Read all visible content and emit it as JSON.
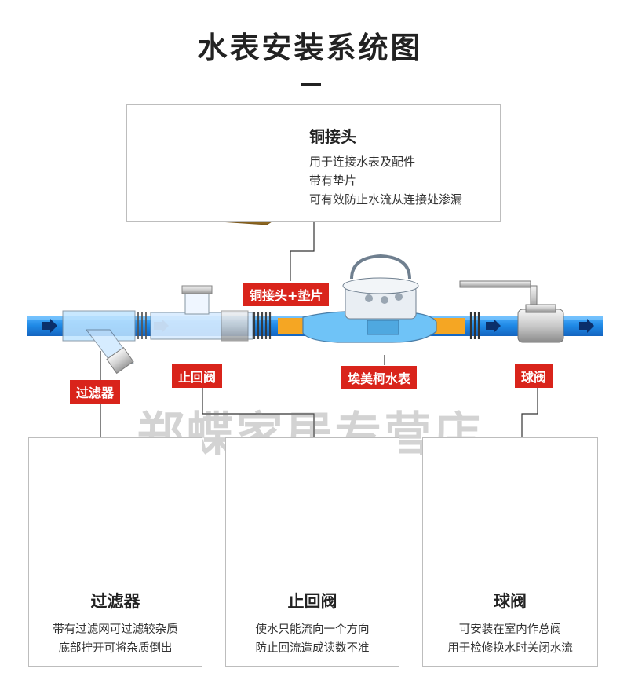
{
  "title": "水表安装系统图",
  "watermark": "郑蝶家居专营店",
  "top_box": {
    "title": "铜接头",
    "lines": [
      "用于连接水表及配件",
      "带有垫片",
      "可有效防止水流从连接处渗漏"
    ]
  },
  "labels": {
    "connector_gasket": "铜接头+垫片",
    "check_valve": "止回阀",
    "water_meter": "埃美柯水表",
    "ball_valve": "球阀",
    "filter": "过滤器"
  },
  "bottom": [
    {
      "title": "过滤器",
      "lines": [
        "带有过滤网可过滤较杂质",
        "底部拧开可将杂质倒出"
      ]
    },
    {
      "title": "止回阀",
      "lines": [
        "使水只能流向一个方向",
        "防止回流造成读数不准"
      ]
    },
    {
      "title": "球阀",
      "lines": [
        "可安装在室内作总阀",
        "用于检修换水时关闭水流"
      ]
    }
  ],
  "colors": {
    "label_red": "#d9241b",
    "pipe_blue": "#1e88e5",
    "brass": "#d2a544",
    "gasket_orange": "#f5a623"
  }
}
